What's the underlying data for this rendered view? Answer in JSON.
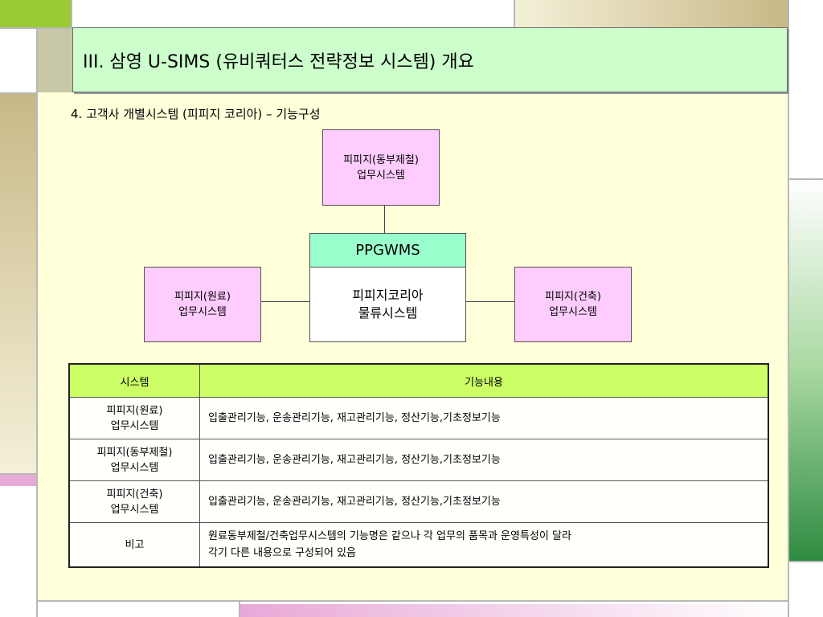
{
  "title": "III. 삼영 U-SIMS (유비쿼터스 전략정보 시스템) 개요",
  "subtitle": "4. 고객사 개별시스템 (피피지 코리아) – 기능구성",
  "diagram": {
    "top_box": "피피지(동부제철)\n업무시스템",
    "center_header": "PPGWMS",
    "center_body": "피피지코리아\n물류시스템",
    "left_box": "피피지(원료)\n업무시스템",
    "right_box": "피피지(건축)\n업무시스템"
  },
  "table": {
    "headers": [
      "시스템",
      "기능내용"
    ],
    "rows": [
      {
        "system": "피피지(원료)\n업무시스템",
        "content": "입출관리기능, 운송관리기능, 재고관리기능, 정산기능,기초정보기능"
      },
      {
        "system": "피피지(동부제철)\n업무시스템",
        "content": "입출관리기능, 운송관리기능, 재고관리기능, 정산기능,기초정보기능"
      },
      {
        "system": "피피지(건축)\n업무시스템",
        "content": "입출관리기능, 운송관리기능, 재고관리기능, 정산기능,기초정보기능"
      },
      {
        "system": "비고",
        "content": "원료동부제철/건축업무시스템의 기능명은 같으나 각 업무의 품목과 운영특성이 달라\n각기 다른 내용으로 구성되어 있음"
      }
    ]
  },
  "colors": {
    "title_bg": "#ccffcc",
    "panel_bg": "#ffffd9",
    "pink_box": "#ffccff",
    "center_header_bg": "#99ffcc",
    "table_header_bg": "#ccff66"
  }
}
